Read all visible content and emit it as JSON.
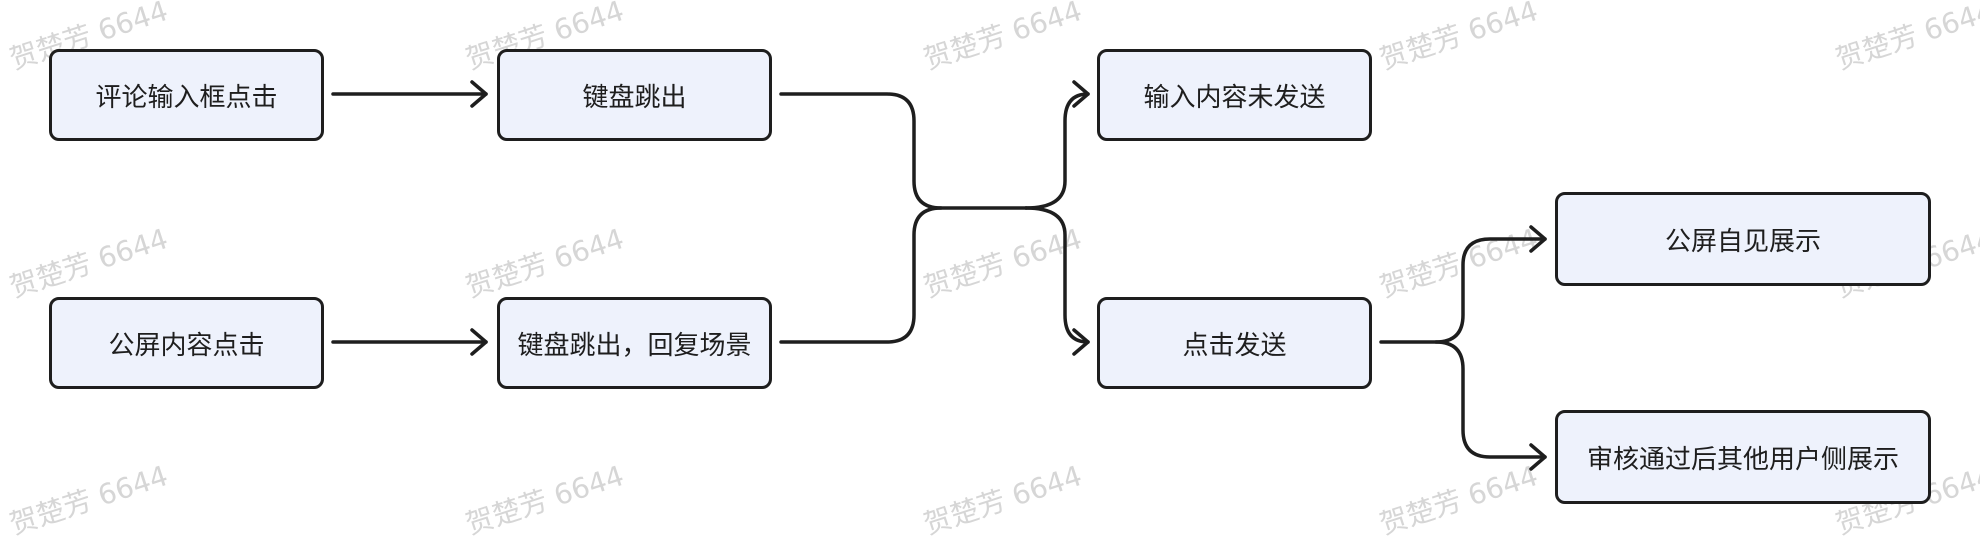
{
  "nodes": {
    "comment_input_click": "评论输入框点击",
    "public_screen_click": "公屏内容点击",
    "keyboard_popup": "键盘跳出",
    "keyboard_popup_reply": "键盘跳出，回复场景",
    "input_not_sent": "输入内容未发送",
    "click_send": "点击发送",
    "public_self_visible": "公屏自见展示",
    "review_passed_others": "审核通过后其他用户侧展示"
  },
  "watermark": "贺楚芳 6644",
  "colors": {
    "node_fill": "#eef2fc",
    "stroke": "#1e1e1e",
    "watermark": "#d6d6d6"
  }
}
